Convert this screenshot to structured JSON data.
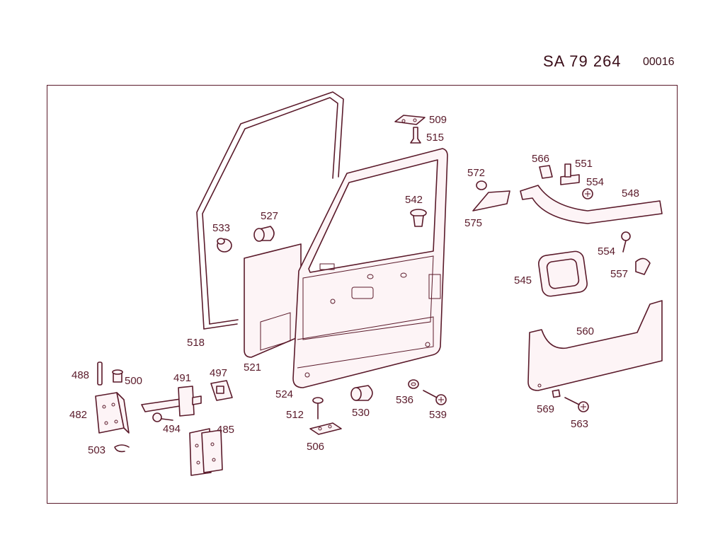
{
  "header": {
    "code": "SA   79 264",
    "id": "00016"
  },
  "labels": {
    "p488": "488",
    "p500": "500",
    "p491": "491",
    "p497": "497",
    "p482": "482",
    "p494": "494",
    "p485": "485",
    "p503": "503",
    "p518": "518",
    "p533": "533",
    "p527": "527",
    "p521": "521",
    "p524": "524",
    "p512": "512",
    "p506": "506",
    "p530": "530",
    "p536": "536",
    "p539": "539",
    "p509": "509",
    "p515": "515",
    "p542": "542",
    "p572": "572",
    "p575": "575",
    "p566": "566",
    "p551": "551",
    "p554a": "554",
    "p548": "548",
    "p554b": "554",
    "p557": "557",
    "p545": "545",
    "p560": "560",
    "p569": "569",
    "p563": "563"
  }
}
